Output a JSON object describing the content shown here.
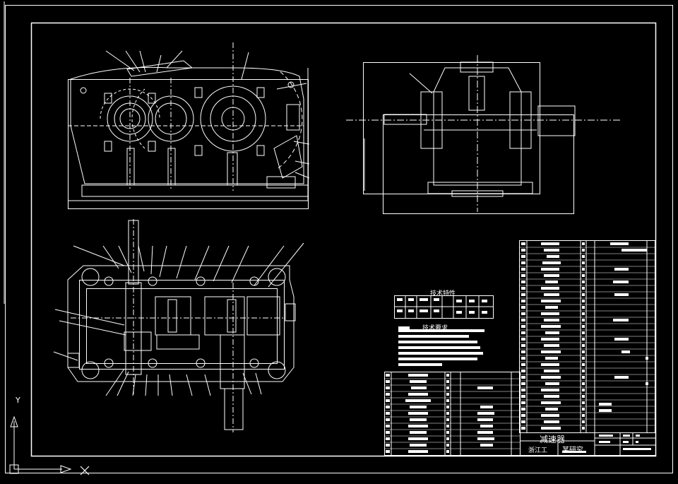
{
  "drawing": {
    "title": "减速器",
    "company_left": "浙江工",
    "company_right": "某研究",
    "tech_spec_heading": "技术特性",
    "tech_req_heading": "技术要求"
  },
  "ucs_icon": {
    "x_axis": "X",
    "y_axis": "Y"
  },
  "colors": {
    "background": "#000000",
    "lines": "#ffffff",
    "accent": "#ffffff"
  }
}
